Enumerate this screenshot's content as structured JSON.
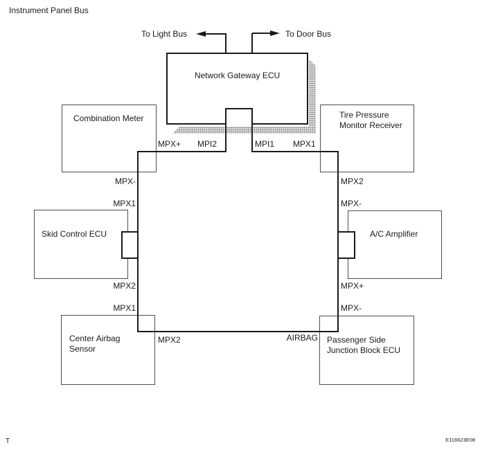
{
  "title": "Instrument Panel Bus",
  "footer": {
    "page_mark": "T",
    "figure_code": "E116623E08"
  },
  "external_buses": {
    "light_bus": "To Light Bus",
    "door_bus": "To Door Bus"
  },
  "gateway": {
    "label": "Network Gateway ECU"
  },
  "nodes": {
    "combination_meter": {
      "label": "Combination Meter"
    },
    "tire_pressure_monitor_receiver": {
      "label": "Tire Pressure Monitor Receiver"
    },
    "skid_control_ecu": {
      "label": "Skid Control ECU"
    },
    "ac_amplifier": {
      "label": "A/C Amplifier"
    },
    "center_airbag_sensor": {
      "label": "Center Airbag Sensor"
    },
    "passenger_side_junction_block_ecu": {
      "label": "Passenger Side Junction Block ECU"
    }
  },
  "pins": {
    "combination_meter_mpx_plus": "MPX+",
    "gateway_mpi2": "MPI2",
    "gateway_mpi1": "MPI1",
    "tire_pressure_mpx1": "MPX1",
    "combination_meter_mpx_minus": "MPX-",
    "skid_control_mpx1": "MPX1",
    "skid_control_mpx2": "MPX2",
    "center_airbag_mpx1": "MPX1",
    "tire_pressure_mpx2": "MPX2",
    "ac_amplifier_mpx_minus_top": "MPX-",
    "ac_amplifier_mpx_plus": "MPX+",
    "junction_block_mpx_minus": "MPX-",
    "center_airbag_mpx2": "MPX2",
    "junction_block_airbag": "AIRBAG"
  }
}
